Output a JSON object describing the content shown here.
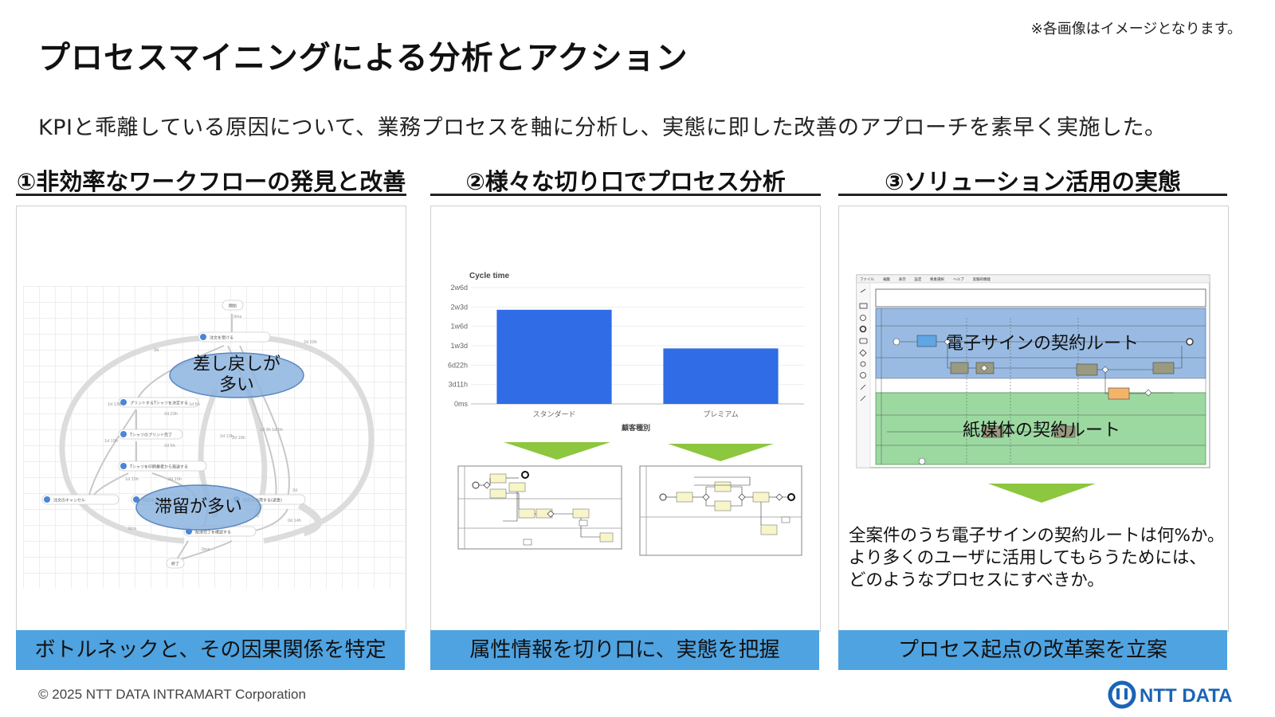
{
  "header": {
    "note": "※各画像はイメージとなります。",
    "title": "プロセスマイニングによる分析とアクション",
    "subtitle": "KPIと乖離している原因について、業務プロセスを軸に分析し、実態に即した改善のアプローチを素早く実施した。"
  },
  "columns": [
    {
      "heading": "①非効率なワークフローの発見と改善",
      "footer": "ボトルネックと、その因果関係を特定",
      "callouts": [
        "差し戻しが\n多い",
        "滞留が多い"
      ],
      "nodes": [
        "開始",
        "注文を受ける",
        "プリントするTシャツを決定する",
        "Tシャツのプリント完了",
        "Tシャツを印刷業者から発送する",
        "注文のキャンセル",
        "商品を出荷する",
        "商品を出荷する(返金)",
        "配達完了を確認する",
        "終了"
      ],
      "edge_labels": [
        "0ms",
        "3d",
        "2d 20h",
        "1d 13h",
        "1d 5h",
        "2d 23h",
        "2d 5h",
        "1d 19h",
        "2d 13h",
        "2d 18h",
        "1d 3h",
        "1d 5h",
        "1d 15h",
        "2d 15h",
        "2d",
        "0ms",
        "0d 14h",
        "0ms"
      ]
    },
    {
      "heading": "②様々な切り口でプロセス分析",
      "footer": "属性情報を切り口に、実態を把握",
      "chart_data": {
        "type": "bar",
        "title": "Cycle time",
        "xlabel": "顧客種別",
        "ylabel": "",
        "categories": [
          "スタンダード",
          "プレミアム"
        ],
        "values_days": [
          16.8,
          9.9
        ],
        "y_ticks": [
          "0ms",
          "3d11h",
          "6d22h",
          "1w3d",
          "1w6d",
          "2w3d",
          "2w6d"
        ],
        "y_tick_days": [
          0,
          3.46,
          6.92,
          10.38,
          13.84,
          17.3,
          20.76
        ],
        "ylim_days": [
          0,
          20.76
        ],
        "bar_color": "#2f6ce5",
        "grid": true
      }
    },
    {
      "heading": "③ソリューション活用の実態",
      "footer": "プロセス起点の改革案を立案",
      "routes": [
        "電子サインの契約ルート",
        "紙媒体の契約ルート"
      ],
      "menu": [
        "ファイル",
        "編集",
        "表示",
        "設定",
        "要素選択",
        "ヘルプ",
        "実験的機能"
      ],
      "body_lines": [
        "全案件のうち電子サインの契約ルートは何%か。",
        "より多くのユーザに活用してもらうためには、",
        "どのようなプロセスにすべきか。"
      ]
    }
  ],
  "footer": {
    "copyright": "© 2025 NTT DATA INTRAMART Corporation",
    "logo_text": "NTT DATA"
  },
  "colors": {
    "accent_footer": "#4fa3e0",
    "ellipse": "#8cb4de",
    "arrow": "#8dc63f",
    "blue_lane": "#7faadc",
    "green_lane": "#83cf8a"
  }
}
